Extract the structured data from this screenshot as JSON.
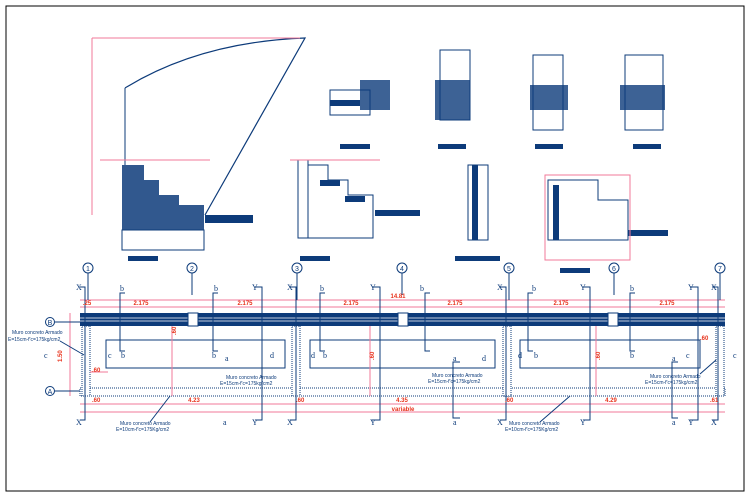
{
  "axes": [
    "1",
    "2",
    "3",
    "4",
    "5",
    "6",
    "7"
  ],
  "row_axes": [
    "B",
    "A"
  ],
  "section_marks": {
    "x": "X",
    "y": "Y",
    "a": "a",
    "b": "b",
    "c": "c",
    "d": "d"
  },
  "dimensions": {
    "total": "14.81",
    "bay": "2.175",
    "column": ".25",
    "offset": ".60",
    "bay1": "4.23",
    "bay2": "4.35",
    "bay3": "4.29",
    "end": ".61",
    "variable": "variable",
    "height": "1.50",
    "span_v": ".60"
  },
  "notes": {
    "wall_title": "Muro concreto Armado",
    "wall_15": "E=15cm-f'c=175kg/cm2",
    "wall_10": "E=10cm-f'c=175Kg/cm2"
  },
  "colors": {
    "linework": "#0d3b7a",
    "dimension": "#f27a9a",
    "dim_text": "#e8331c"
  }
}
